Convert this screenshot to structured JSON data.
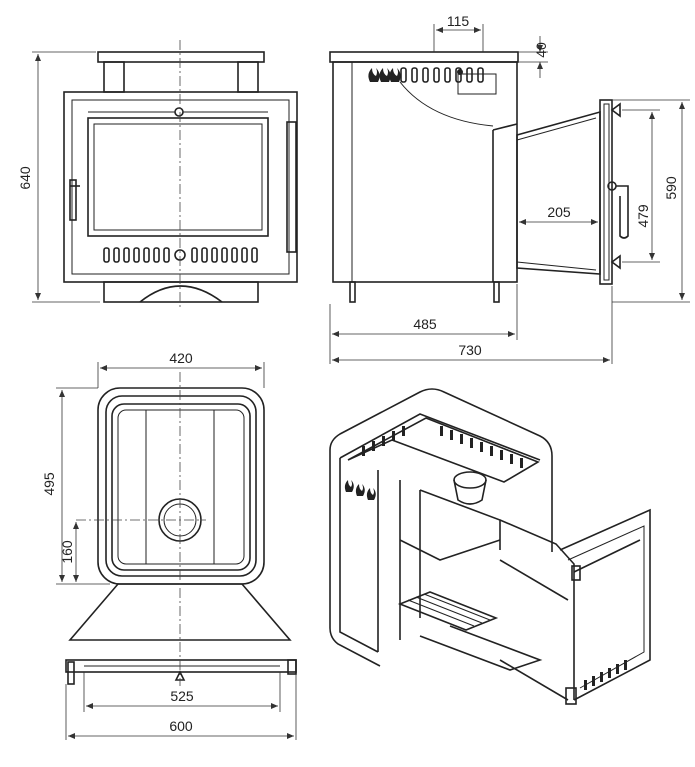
{
  "dimensions": {
    "front_height": "640",
    "side_top_width": "115",
    "side_top_height": "40",
    "side_depth": "485",
    "total_depth": "730",
    "tunnel_length": "205",
    "door_height": "479",
    "total_height": "590",
    "top_width": "420",
    "top_depth": "495",
    "flue_offset": "160",
    "base_width": "525",
    "total_width": "600"
  },
  "colors": {
    "line": "#222222",
    "background": "#ffffff"
  }
}
